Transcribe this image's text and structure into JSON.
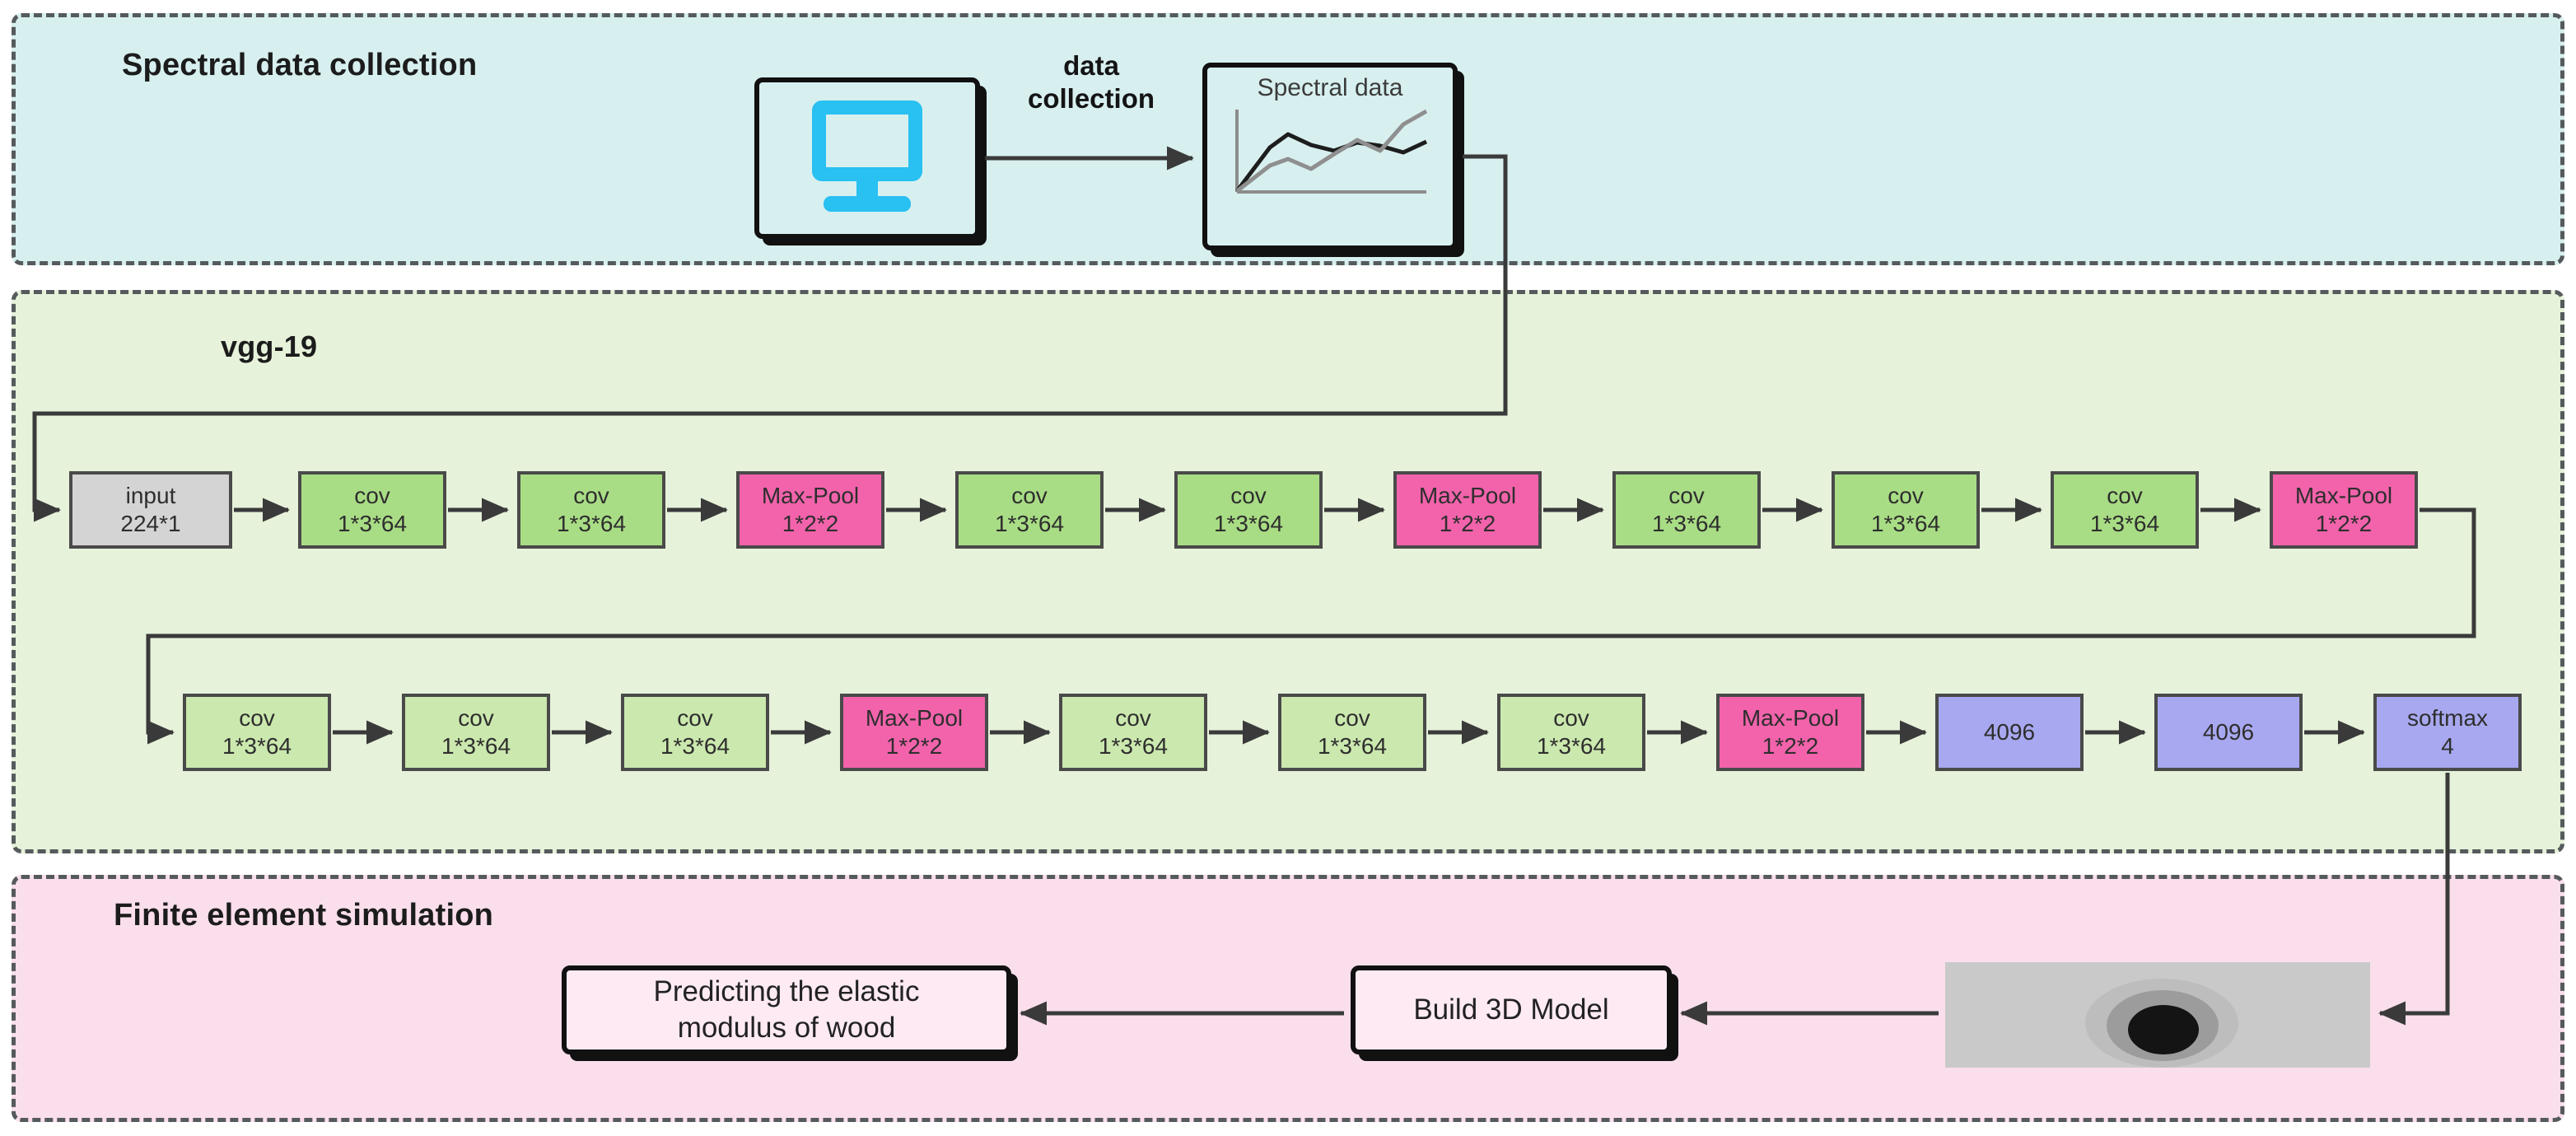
{
  "sections": {
    "spectral": {
      "title": "Spectral data collection"
    },
    "vgg": {
      "title": "vgg-19"
    },
    "fem": {
      "title": "Finite element simulation"
    }
  },
  "spectral_stage": {
    "monitor_icon": "monitor-icon",
    "arrow_label": "data\ncollection",
    "spectral_card_caption": "Spectral\ndata"
  },
  "colors": {
    "spectral_panel": "#d7f0ef",
    "vgg_panel": "#e6f2da",
    "fem_panel": "#fadeeb",
    "panel_border": "#555a5d",
    "cov_row1": "#a9dd85",
    "cov_row2": "#cbe8ae",
    "maxpool": "#f263ab",
    "fully_connected": "#a8a8f0",
    "input": "#d4d4d4",
    "node_border": "#4a4a4a",
    "monitor_accent": "#29c0f2",
    "wire": "#3a3a3a"
  },
  "vgg_row1": [
    {
      "kind": "input",
      "line1": "input",
      "line2": "224*1"
    },
    {
      "kind": "cov1",
      "line1": "cov",
      "line2": "1*3*64"
    },
    {
      "kind": "cov1",
      "line1": "cov",
      "line2": "1*3*64"
    },
    {
      "kind": "pool",
      "line1": "Max-Pool",
      "line2": "1*2*2"
    },
    {
      "kind": "cov1",
      "line1": "cov",
      "line2": "1*3*64"
    },
    {
      "kind": "cov1",
      "line1": "cov",
      "line2": "1*3*64"
    },
    {
      "kind": "pool",
      "line1": "Max-Pool",
      "line2": "1*2*2"
    },
    {
      "kind": "cov1",
      "line1": "cov",
      "line2": "1*3*64"
    },
    {
      "kind": "cov1",
      "line1": "cov",
      "line2": "1*3*64"
    },
    {
      "kind": "cov1",
      "line1": "cov",
      "line2": "1*3*64"
    },
    {
      "kind": "pool",
      "line1": "Max-Pool",
      "line2": "1*2*2"
    }
  ],
  "vgg_row2": [
    {
      "kind": "cov2",
      "line1": "cov",
      "line2": "1*3*64"
    },
    {
      "kind": "cov2",
      "line1": "cov",
      "line2": "1*3*64"
    },
    {
      "kind": "cov2",
      "line1": "cov",
      "line2": "1*3*64"
    },
    {
      "kind": "pool",
      "line1": "Max-Pool",
      "line2": "1*2*2"
    },
    {
      "kind": "cov2",
      "line1": "cov",
      "line2": "1*3*64"
    },
    {
      "kind": "cov2",
      "line1": "cov",
      "line2": "1*3*64"
    },
    {
      "kind": "cov2",
      "line1": "cov",
      "line2": "1*3*64"
    },
    {
      "kind": "pool",
      "line1": "Max-Pool",
      "line2": "1*2*2"
    },
    {
      "kind": "fc",
      "line1": "4096",
      "line2": ""
    },
    {
      "kind": "fc",
      "line1": "4096",
      "line2": ""
    },
    {
      "kind": "fc",
      "line1": "softmax",
      "line2": "4"
    }
  ],
  "fem_stage": {
    "predict_box": "Predicting the elastic\nmodulus of wood",
    "build_box": "Build 3D Model",
    "specimen_icon": "wood-specimen-image"
  }
}
